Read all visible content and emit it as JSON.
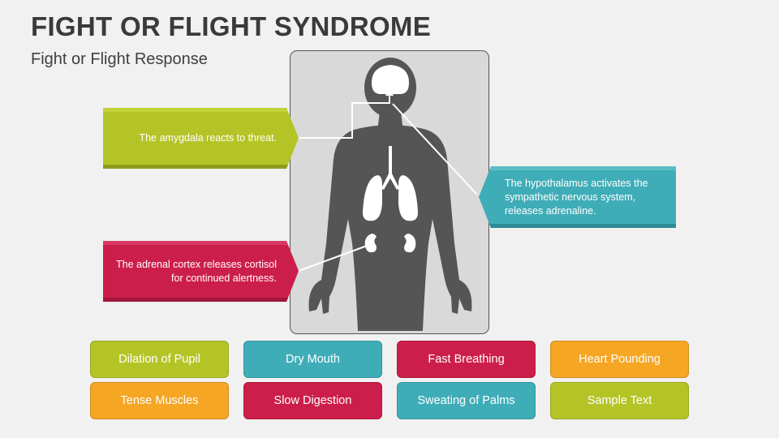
{
  "title": "FIGHT OR FLIGHT SYNDROME",
  "subtitle": "Fight or Flight Response",
  "callouts": {
    "amygdala": "The amygdala reacts to threat.",
    "hypothalamus": "The hypothalamus activates the sympathetic nervous system, releases adrenaline.",
    "adrenal": "The adrenal cortex releases cortisol for continued alertness."
  },
  "symptoms": [
    {
      "label": "Dilation of Pupil",
      "color": "#b4c426"
    },
    {
      "label": "Dry Mouth",
      "color": "#3fadb8"
    },
    {
      "label": "Fast Breathing",
      "color": "#cc1e4a"
    },
    {
      "label": "Heart Pounding",
      "color": "#f5a623"
    },
    {
      "label": "Tense Muscles",
      "color": "#f5a623"
    },
    {
      "label": "Slow Digestion",
      "color": "#cc1e4a"
    },
    {
      "label": "Sweating of Palms",
      "color": "#3fadb8"
    },
    {
      "label": "Sample Text",
      "color": "#b4c426"
    }
  ],
  "colors": {
    "green": "#b4c426",
    "teal": "#3fadb8",
    "crimson": "#cc1e4a",
    "orange": "#f5a623",
    "silhouette": "#555555",
    "panel": "#d9d9d9"
  }
}
